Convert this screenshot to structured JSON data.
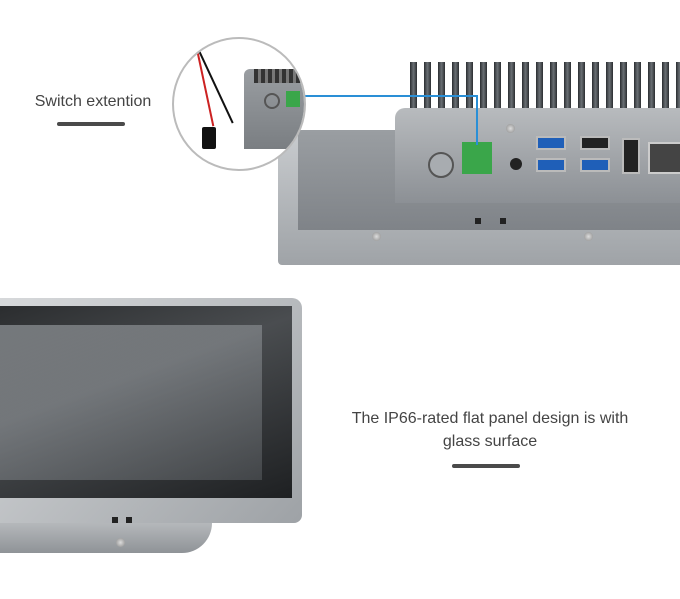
{
  "top_section": {
    "caption": "Switch extention"
  },
  "bottom_section": {
    "caption_line1": "The IP66-rated flat panel design is with",
    "caption_line2": "glass surface"
  },
  "colors": {
    "text": "#444444",
    "underline": "#4a4a4a",
    "chassis": "#8a8e92",
    "usb_port": "#1f5fb8",
    "terminal_block": "#3aa64a",
    "callout_line": "#2a8fd6"
  }
}
